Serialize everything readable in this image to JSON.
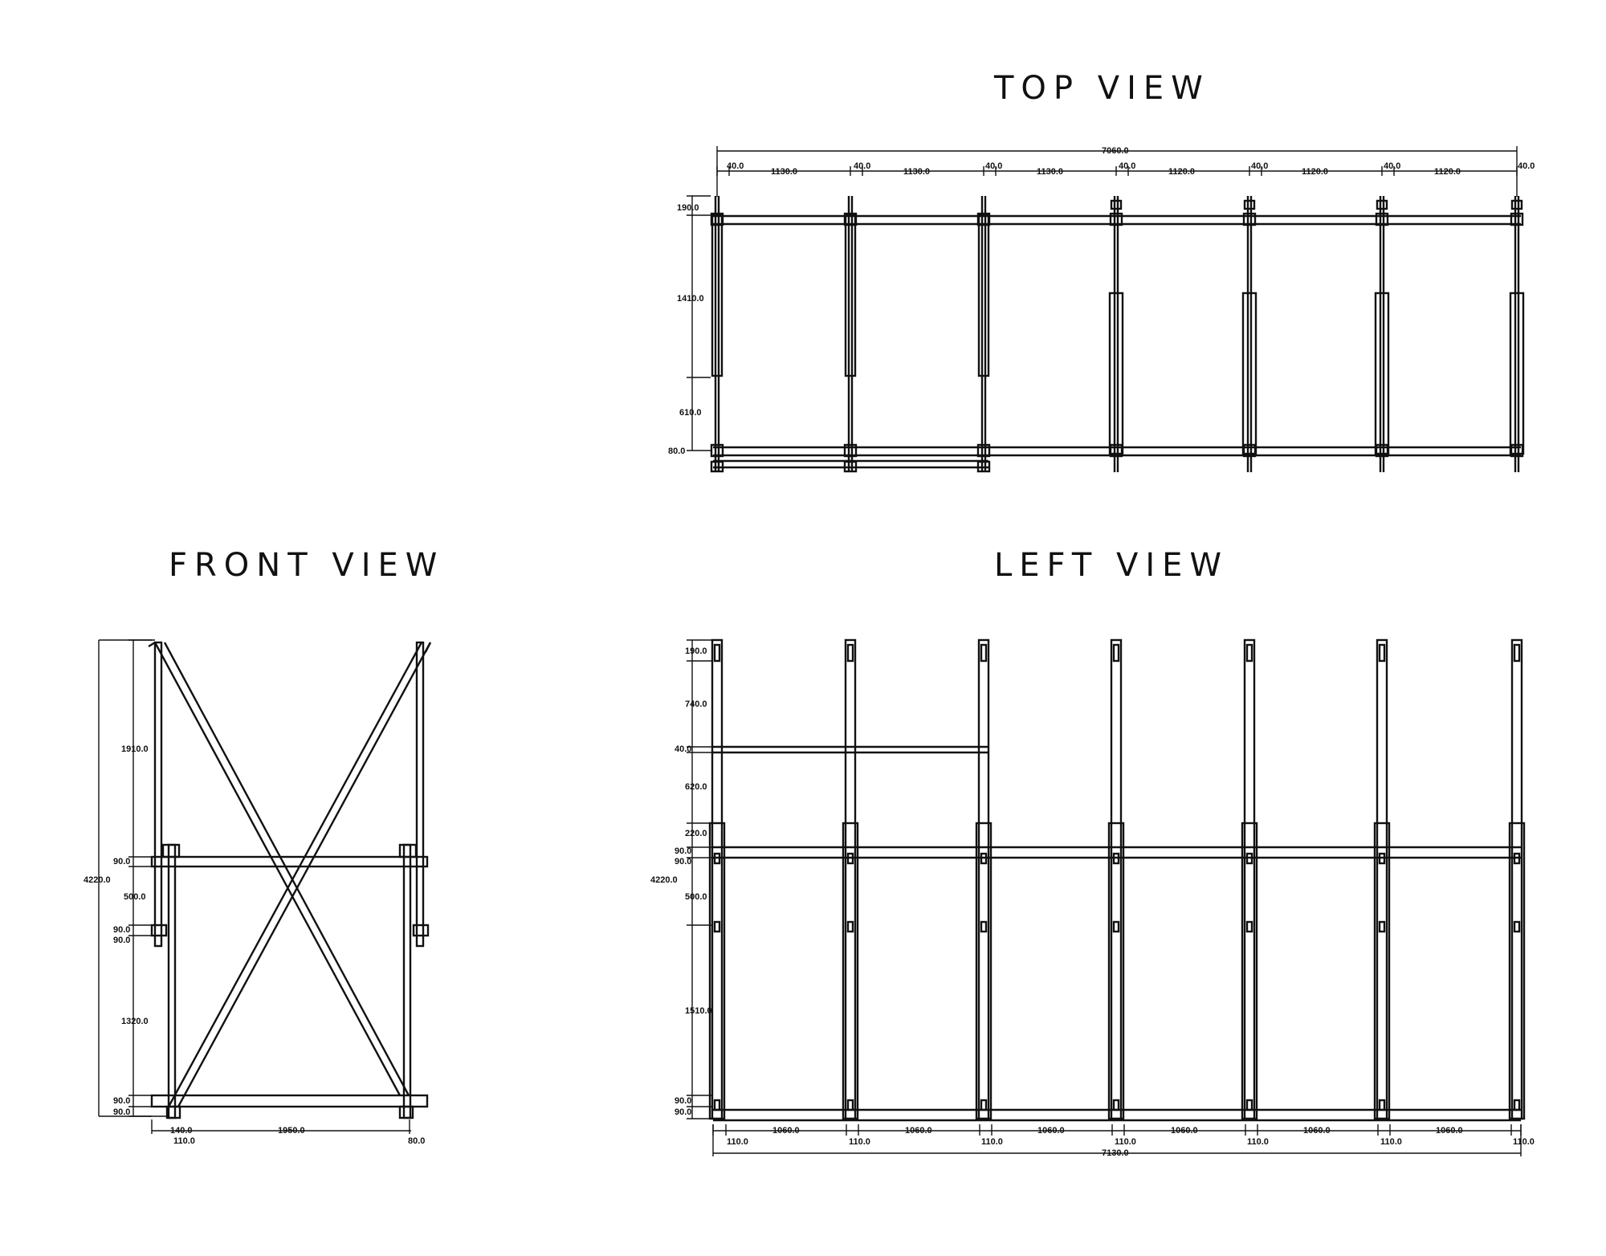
{
  "views": {
    "top": {
      "title": "TOP VIEW",
      "overall": "7060.0",
      "widths": [
        "40.0",
        "1130.0",
        "40.0",
        "1130.0",
        "40.0",
        "1130.0",
        "40.0",
        "1120.0",
        "40.0",
        "1120.0",
        "40.0",
        "1120.0",
        "40.0"
      ],
      "heights": [
        "190.0",
        "1410.0",
        "610.0",
        "80.0"
      ]
    },
    "front": {
      "title": "FRONT VIEW",
      "overall": "4220.0",
      "heights": [
        "1910.0",
        "90.0",
        "500.0",
        "90.0",
        "90.0",
        "1320.0",
        "90.0",
        "90.0"
      ],
      "bottom": [
        "140.0",
        "110.0",
        "1950.0",
        "80.0"
      ]
    },
    "left": {
      "title": "LEFT VIEW",
      "overall_height": "4220.0",
      "heights": [
        "190.0",
        "740.0",
        "40.0",
        "620.0",
        "220.0",
        "90.0",
        "90.0",
        "500.0",
        "1510.0",
        "90.0",
        "90.0"
      ],
      "bottom": [
        "110.0",
        "1060.0",
        "110.0",
        "1060.0",
        "110.0",
        "1060.0",
        "110.0",
        "1060.0",
        "110.0",
        "1060.0",
        "110.0",
        "1060.0",
        "110.0"
      ],
      "overall_width": "7130.0"
    }
  }
}
